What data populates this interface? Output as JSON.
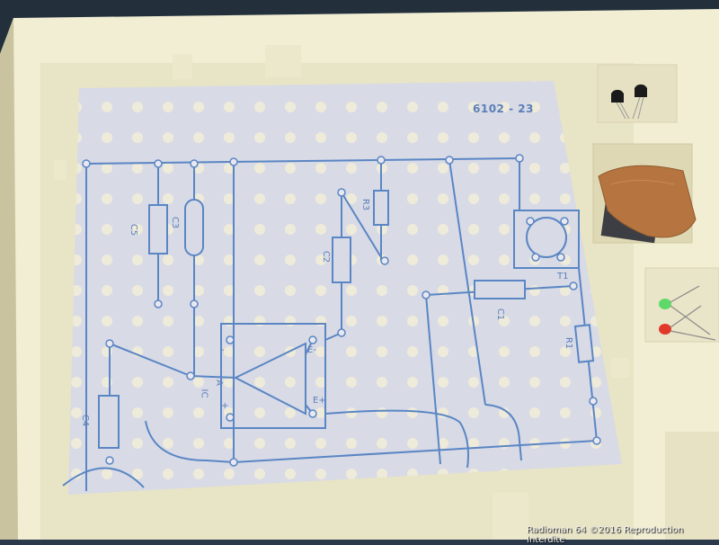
{
  "board": {
    "id_label": "6102 - 23",
    "components": {
      "c5": "C5",
      "c3": "C3",
      "r3": "R3",
      "c2": "C2",
      "t1": "T1",
      "c1": "C1",
      "r1": "R1",
      "c4": "C4",
      "ic": "IC",
      "pin_a": "A",
      "pin_e_minus": "E-",
      "pin_e_plus": "E+",
      "sign_minus": "-",
      "sign_plus": "+"
    }
  },
  "watermark": "Radioman 64 ©2016 Reproduction Interdite",
  "colors": {
    "foam": "#f2efd6",
    "paper": "#d9dbe8",
    "trace": "#5a86c4",
    "wood": "#b87a42"
  }
}
